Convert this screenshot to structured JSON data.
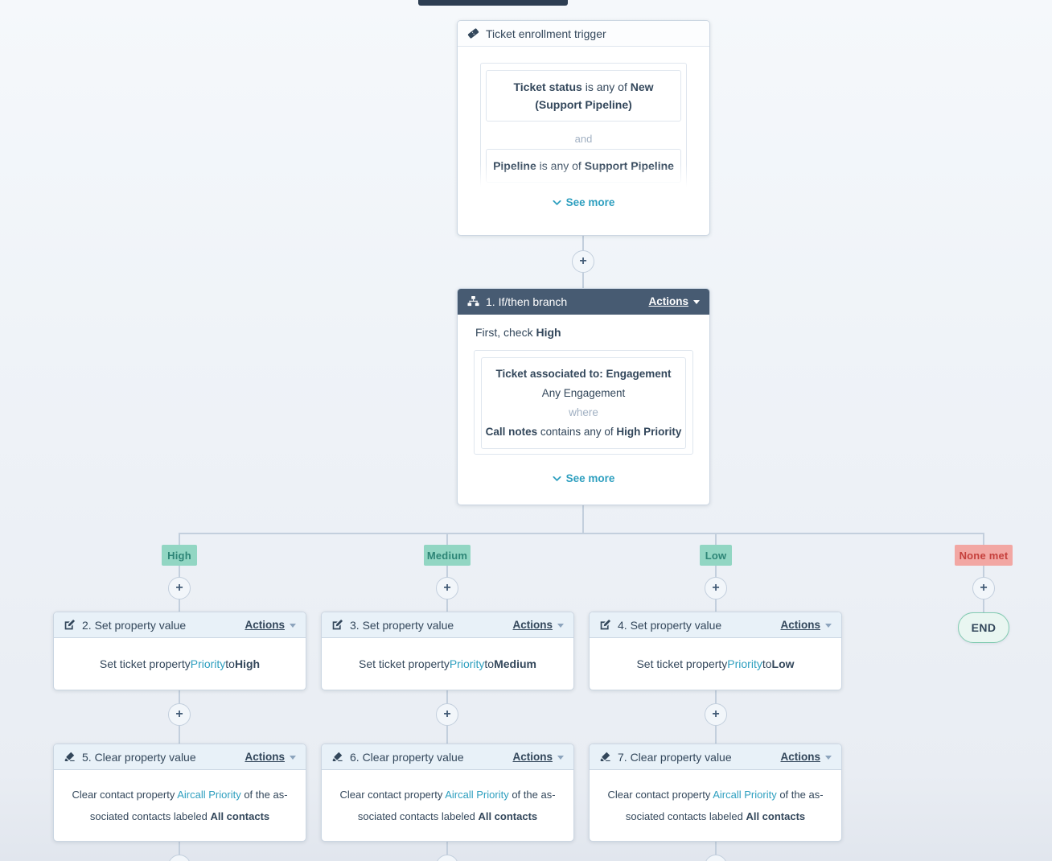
{
  "workflow": {
    "trigger": {
      "title": "Ticket enrollment trigger",
      "condition1": {
        "bold1": "Ticket status",
        "mid": " is any of ",
        "bold2": "New (Support Pipeline)"
      },
      "and_label": "and",
      "condition2": {
        "bold1": "Pipeline",
        "mid": " is any of ",
        "bold2": "Support Pipeline"
      },
      "see_more": "See more"
    },
    "branch": {
      "title": "1. If/then branch",
      "actions_label": "Actions",
      "first_check_prefix": "First, check ",
      "first_check_value": "High",
      "card": {
        "line1": "Ticket associated to: Engagement",
        "line2": "Any Engagement",
        "line3": "where",
        "line4_bold1": "Call notes",
        "line4_mid": " contains any of ",
        "line4_bold2": "High Priority"
      },
      "see_more": "See more"
    },
    "branch_labels": [
      {
        "label": "High"
      },
      {
        "label": "Medium"
      },
      {
        "label": "Low"
      },
      {
        "label": "None met"
      }
    ],
    "set_actions": [
      {
        "title": "2. Set property value",
        "actions_label": "Actions",
        "prefix": "Set ticket property ",
        "property": "Priority",
        "mid": " to ",
        "value": "High"
      },
      {
        "title": "3. Set property value",
        "actions_label": "Actions",
        "prefix": "Set ticket property ",
        "property": "Priority",
        "mid": " to ",
        "value": "Medium"
      },
      {
        "title": "4. Set property value",
        "actions_label": "Actions",
        "prefix": "Set ticket property ",
        "property": "Priority",
        "mid": " to ",
        "value": "Low"
      }
    ],
    "end_label": "END",
    "clear_actions": [
      {
        "title": "5. Clear property value",
        "actions_label": "Actions",
        "line1_prefix": "Clear contact property ",
        "property": "Aircall Priority",
        "line1_suffix": " of the as-",
        "line2_prefix": "sociated contacts labeled ",
        "line2_bold": "All contacts"
      },
      {
        "title": "6. Clear property value",
        "actions_label": "Actions",
        "line1_prefix": "Clear contact property ",
        "property": "Aircall Priority",
        "line1_suffix": " of the as-",
        "line2_prefix": "sociated contacts labeled ",
        "line2_bold": "All contacts"
      },
      {
        "title": "7. Clear property value",
        "actions_label": "Actions",
        "line1_prefix": "Clear contact property ",
        "property": "Aircall Priority",
        "line1_suffix": " of the as-",
        "line2_prefix": "sociated contacts labeled ",
        "line2_bold": "All contacts"
      }
    ],
    "add_button_label": "+",
    "icons": {
      "trigger": "ticket-icon",
      "branch": "sitemap-icon",
      "set_property": "edit-icon",
      "clear_property": "eraser-icon",
      "add": "plus-icon",
      "see_more": "chevron-down-icon",
      "actions": "caret-down-icon"
    },
    "colors": {
      "branch_label_bg": "#92d6c3",
      "branch_label_text": "#2d8576",
      "none_met_bg": "#f2a7a3",
      "none_met_text": "#c5403c",
      "header_dark": "#475b72",
      "header_light": "#e8f1f8",
      "link": "#2e9fbf",
      "connector": "#c3cfdd",
      "text": "#33475b",
      "end_bg": "#e9f6f1",
      "end_border": "#82cbb2"
    }
  }
}
